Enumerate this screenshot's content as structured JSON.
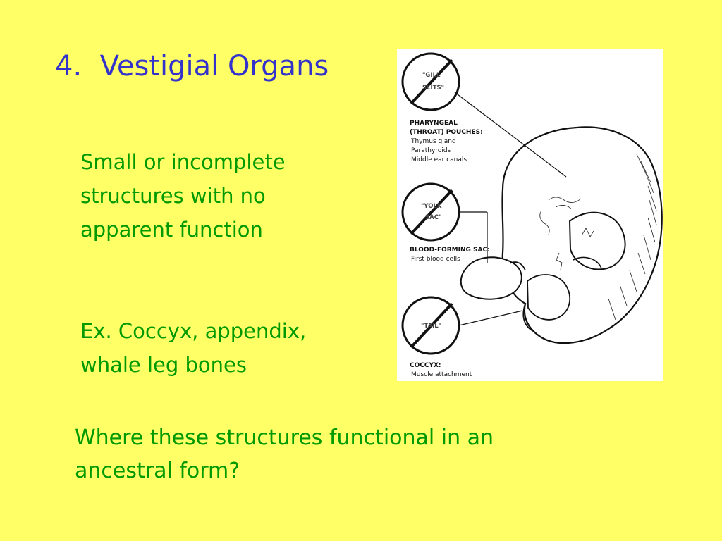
{
  "slide": {
    "title": "4.  Vestigial Organs",
    "definition_lines": [
      "Small or incomplete",
      "structures with no",
      "apparent function"
    ],
    "examples_lines": [
      "Ex. Coccyx, appendix,",
      "whale leg bones"
    ],
    "question_lines": [
      "Where these structures functional in an",
      "ancestral form?"
    ]
  },
  "figure": {
    "circle_labels": [
      "\"GILL",
      "SLITS\"",
      "\"YOLK",
      "SAC\"",
      "\"TAIL\""
    ],
    "pharyngeal": {
      "heading_1": "PHARYNGEAL",
      "heading_2": "(THROAT) POUCHES:",
      "items": [
        "Thymus gland",
        "Parathyroids",
        "Middle ear canals"
      ]
    },
    "blood": {
      "heading": "BLOOD-FORMING SAC:",
      "items": [
        "First blood cells"
      ]
    },
    "coccyx": {
      "heading": "COCCYX:",
      "items": [
        "Muscle attachment"
      ]
    }
  },
  "colors": {
    "background": "#ffff66",
    "title": "#3333cc",
    "body_text": "#009900"
  }
}
